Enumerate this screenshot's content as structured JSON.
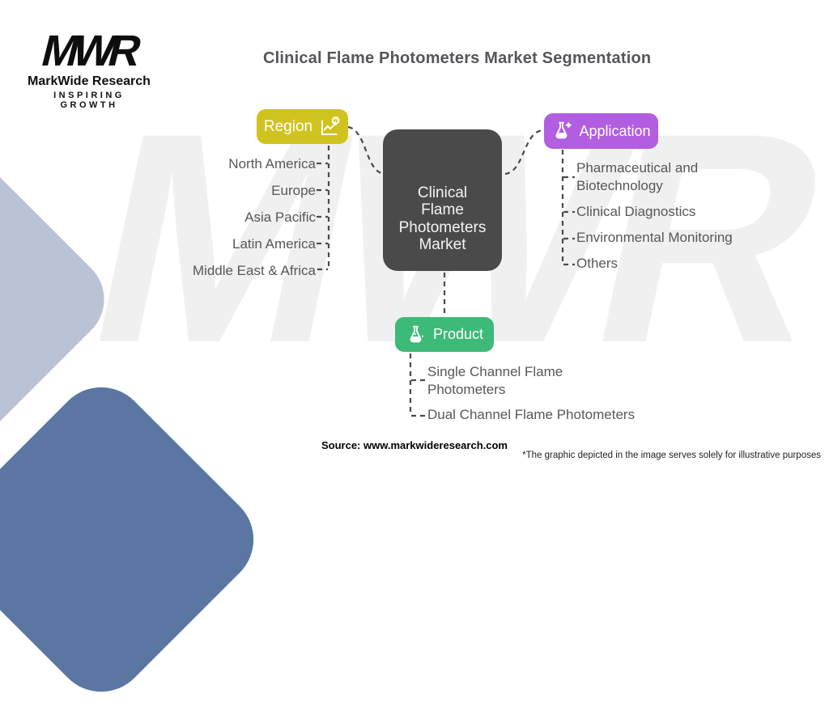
{
  "logo": {
    "acronym": "MWR",
    "name": "MarkWide Research",
    "tagline": "INSPIRING GROWTH"
  },
  "title": "Clinical Flame Photometers Market Segmentation",
  "center_node": {
    "label": "Clinical Flame Photometers Market",
    "lines": [
      "Clinical",
      "Flame",
      "Photometers",
      "Market"
    ]
  },
  "segments": {
    "region": {
      "label": "Region",
      "color": "#d1c31f",
      "icon": "line-chart-question-icon",
      "items": [
        "North America",
        "Europe",
        "Asia Pacific",
        "Latin America",
        "Middle East & Africa"
      ]
    },
    "application": {
      "label": "Application",
      "color": "#b25ee0",
      "icon": "flask-plus-icon",
      "items": [
        "Pharmaceutical and Biotechnology",
        "Clinical Diagnostics",
        "Environmental Monitoring",
        "Others"
      ]
    },
    "product": {
      "label": "Product",
      "color": "#3eba78",
      "icon": "flask-icon",
      "items": [
        "Single Channel Flame Photometers",
        "Dual Channel Flame Photometers"
      ]
    }
  },
  "footer": {
    "source": "Source: www.markwideresearch.com",
    "disclaimer": "*The graphic depicted in the image serves solely for illustrative purposes"
  },
  "watermark_text": "MWR",
  "colors": {
    "center_box": "#4a4a4a",
    "list_text": "#575757",
    "title_text": "#55565a",
    "connector": "#4a4a4a",
    "diamond_light": "#b9c3d5",
    "diamond_dark": "#5b76a2"
  }
}
